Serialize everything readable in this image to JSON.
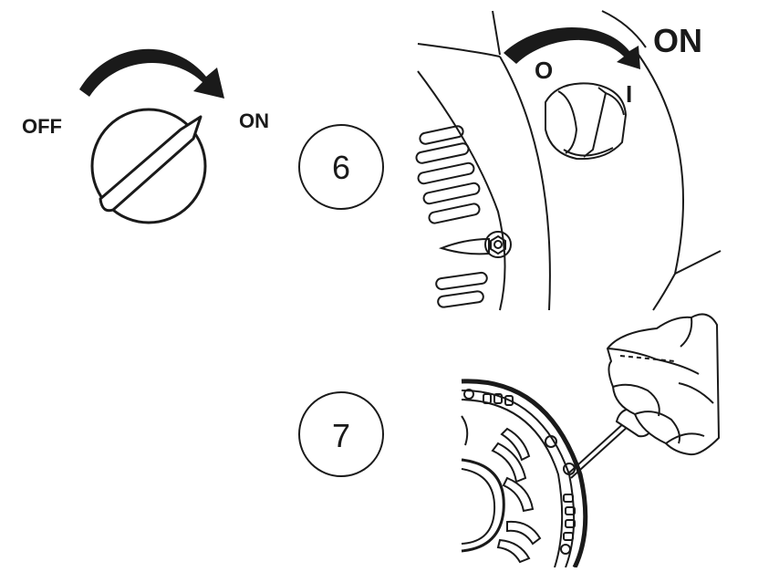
{
  "knob_diagram": {
    "off_label": "OFF",
    "on_label": "ON"
  },
  "step_6": {
    "number": "6",
    "on_label": "ON",
    "pos_off_symbol": "O",
    "pos_on_symbol": "I"
  },
  "step_7": {
    "number": "7"
  },
  "colors": {
    "ink": "#1a1a1a",
    "paper": "#ffffff"
  }
}
